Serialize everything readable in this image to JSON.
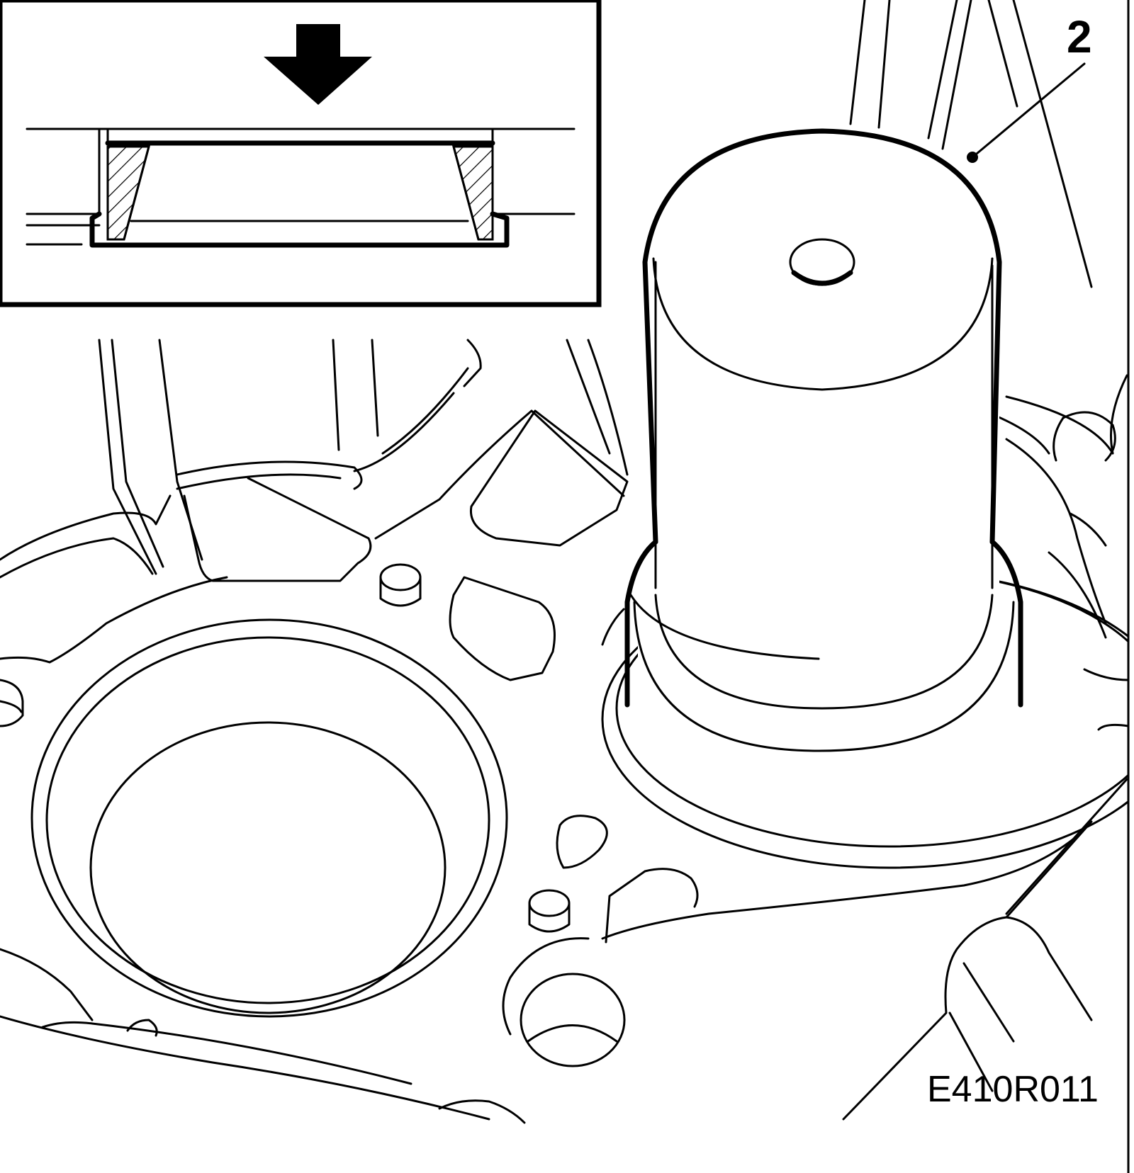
{
  "figure": {
    "callouts": [
      {
        "number": "2"
      }
    ],
    "figure_code": "E410R011",
    "inset": {
      "arrow_direction": "down",
      "hatched_seal_sections": 2
    },
    "colors": {
      "line": "#000000",
      "background": "#ffffff"
    }
  }
}
